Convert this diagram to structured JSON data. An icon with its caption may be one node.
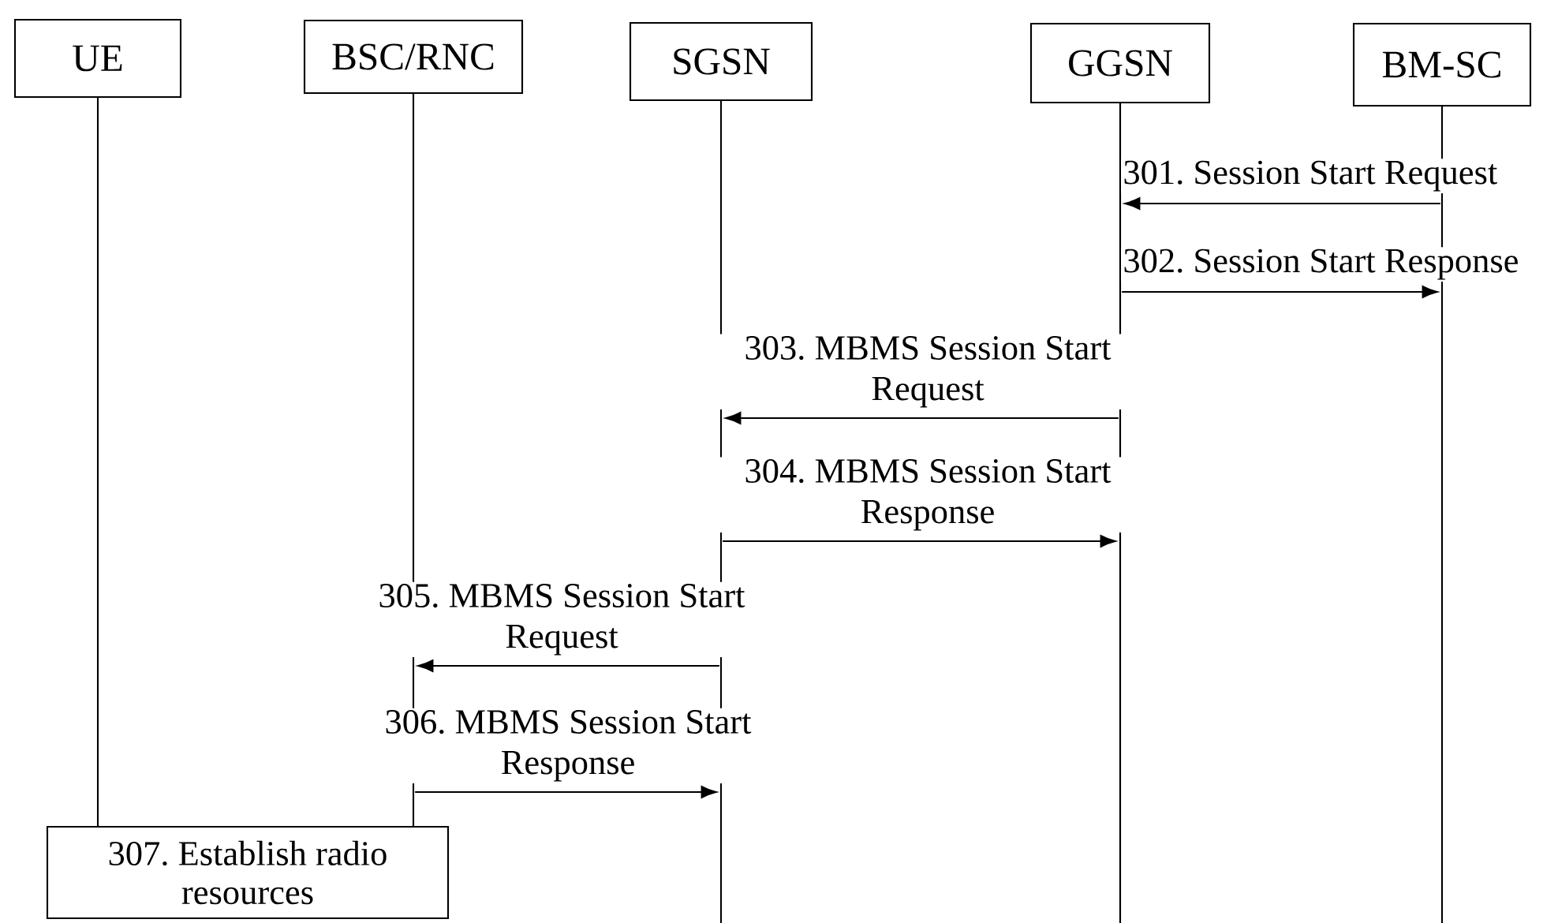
{
  "diagram": {
    "nodes": [
      {
        "text": [
          "UE"
        ]
      },
      {
        "text": [
          "BSC/RNC"
        ]
      },
      {
        "text": [
          "SGSN"
        ]
      },
      {
        "text": [
          "GGSN"
        ]
      },
      {
        "text": [
          "BM-SC"
        ]
      },
      {
        "text": [
          "307. Establish radio resources"
        ]
      },
      {
        "text": [],
        "shape": "bar"
      },
      {
        "text": [],
        "shape": "bar"
      },
      {
        "text": [],
        "shape": "bar"
      },
      {
        "text": [],
        "shape": "bar"
      },
      {
        "text": [],
        "shape": "bar"
      }
    ],
    "edges": [
      {
        "from": 10,
        "to": 9,
        "arrow": "to",
        "label": "301. Session Start Request"
      },
      {
        "from": 9,
        "to": 10,
        "arrow": "to",
        "label": "302. Session Start Response"
      },
      {
        "from": 9,
        "to": 8,
        "arrow": "to",
        "label": "303. MBMS Session Start Request"
      },
      {
        "from": 8,
        "to": 9,
        "arrow": "to",
        "label": "304. MBMS Session Start Response"
      },
      {
        "from": 8,
        "to": 7,
        "arrow": "to",
        "label": "305. MBMS Session Start Request"
      },
      {
        "from": 7,
        "to": 8,
        "arrow": "to",
        "label": "306. MBMS Session Start Response"
      }
    ]
  }
}
